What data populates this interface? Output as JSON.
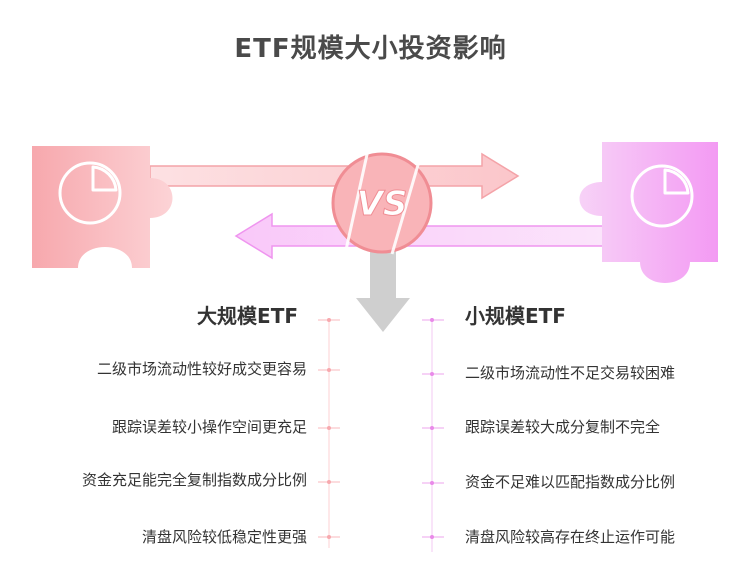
{
  "title": "ETF规模大小投资影响",
  "left": {
    "heading": "大规模ETF",
    "items": [
      "二级市场流动性较好成交更容易",
      "跟踪误差较小操作空间更充足",
      "资金充足能完全复制指数成分比例",
      "清盘风险较低稳定性更强"
    ]
  },
  "right": {
    "heading": "小规模ETF",
    "items": [
      "二级市场流动性不足交易较困难",
      "跟踪误差较大成分复制不完全",
      "资金不足难以匹配指数成分比例",
      "清盘风险较高存在终止运作可能"
    ]
  },
  "colors": {
    "left_accent": "#f9b4b8",
    "right_accent": "#f4a6f4",
    "vs_circle": "#f9b4b8",
    "down_arrow": "#cfcfcf"
  },
  "icons": [
    "left-puzzle-icon",
    "pie-chart-icon",
    "right-puzzle-icon",
    "vs-icon",
    "down-arrow-icon"
  ]
}
